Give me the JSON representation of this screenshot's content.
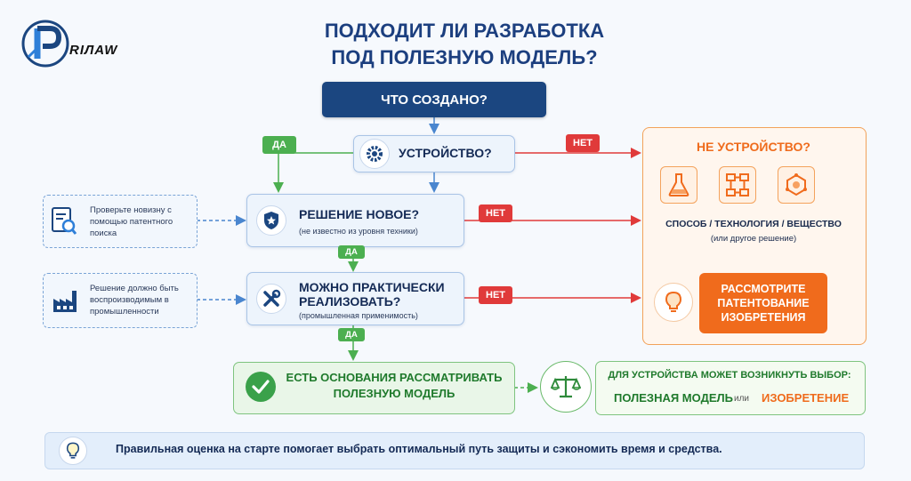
{
  "logo": {
    "text": "RIЛAW"
  },
  "title": {
    "line1": "ПОДХОДИТ ЛИ РАЗРАБОТКА",
    "line2": "ПОД ПОЛЕЗНУЮ МОДЕЛЬ?"
  },
  "start": {
    "label": "ЧТО СОЗДАНО?"
  },
  "device": {
    "label": "УСТРОЙСТВО?",
    "icon": "gear-icon"
  },
  "badges": {
    "yes": "ДА",
    "no": "НЕТ"
  },
  "novelty": {
    "title": "РЕШЕНИЕ НОВОЕ?",
    "subtitle": "(не известно из уровня техники)",
    "icon": "shield-star-icon",
    "hint": "Проверьте новизну с помощью патентного поиска",
    "hint_icon": "document-search-icon"
  },
  "practical": {
    "title_line1": "МОЖНО ПРАКТИЧЕСКИ",
    "title_line2": "РЕАЛИЗОВАТЬ?",
    "subtitle": "(промышленная применимость)",
    "icon": "tools-icon",
    "hint": "Решение должно быть воспроизводимым в промышленности",
    "hint_icon": "factory-icon"
  },
  "not_device": {
    "title": "НЕ УСТРОЙСТВО?",
    "icons": [
      "flask-icon",
      "flowchart-icon",
      "molecule-icon"
    ],
    "line1": "СПОСОБ / ТЕХНОЛОГИЯ / ВЕЩЕСТВО",
    "line2": "(или другое решение)",
    "action": "РАССМОТРИТЕ ПАТЕНТОВАНИЕ ИЗОБРЕТЕНИЯ",
    "action_icon": "lightbulb-icon"
  },
  "result": {
    "text": "ЕСТЬ ОСНОВАНИЯ РАССМАТРИВАТЬ ПОЛЕЗНУЮ МОДЕЛЬ",
    "icon": "check-icon"
  },
  "choice": {
    "title": "ДЛЯ УСТРОЙСТВА МОЖЕТ ВОЗНИКНУТЬ ВЫБОР:",
    "option1": "ПОЛЕЗНАЯ МОДЕЛЬ",
    "or": "или",
    "option2": "ИЗОБРЕТЕНИЕ",
    "icon": "scales-icon"
  },
  "footer": {
    "text": "Правильная оценка на старте помогает выбрать оптимальный путь защиты и сэкономить время и средства.",
    "icon": "lightbulb-icon"
  },
  "colors": {
    "navy": "#1b4680",
    "blue": "#4a86cf",
    "green": "#4caf50",
    "red": "#e03a3a",
    "orange": "#f06b1c"
  }
}
